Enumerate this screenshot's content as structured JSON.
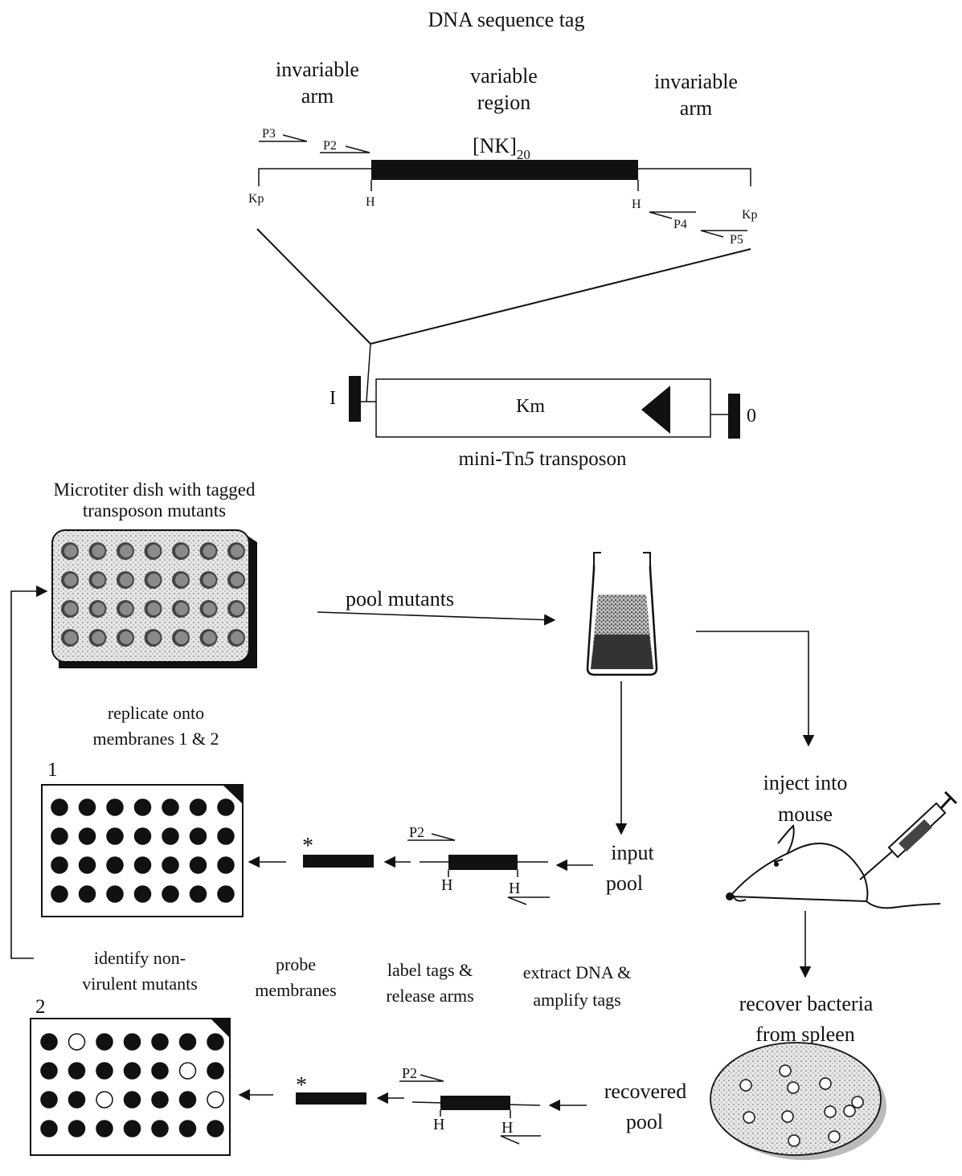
{
  "tag": {
    "title": "DNA sequence tag",
    "left_arm": [
      "invariable",
      "arm"
    ],
    "variable": [
      "variable",
      "region"
    ],
    "right_arm": [
      "invariable",
      "arm"
    ],
    "nk": "[NK]",
    "nk_sub": "20",
    "p3": "P3",
    "p2": "P2",
    "p4": "P4",
    "p5": "P5",
    "kp_left": "Kp",
    "kp_right": "Kp",
    "h_left": "H",
    "h_right": "H"
  },
  "transposon": {
    "i": "I",
    "o": "0",
    "km": "Km",
    "label_a": "mini-Tn",
    "label_b": "5",
    "label_c": " transposon"
  },
  "microtiter": {
    "title": [
      "Microtiter dish with tagged",
      "transposon mutants"
    ],
    "rows": 4,
    "cols": 7
  },
  "steps": {
    "pool": "pool mutants",
    "replicate": [
      "replicate onto",
      "membranes 1 & 2"
    ],
    "inject": [
      "inject into",
      "mouse"
    ],
    "input_pool": [
      "input",
      "pool"
    ],
    "recover": [
      "recover bacteria",
      "from spleen"
    ],
    "recovered_pool": [
      "recovered",
      "pool"
    ],
    "identify": [
      "identify non-",
      "virulent  mutants"
    ],
    "probe": [
      "probe",
      "membranes"
    ],
    "label": [
      "label tags &",
      "release arms"
    ],
    "extract": [
      "extract DNA &",
      "amplify tags"
    ]
  },
  "membrane1": {
    "number": "1",
    "rows": [
      [
        1,
        1,
        1,
        1,
        1,
        1,
        1
      ],
      [
        1,
        1,
        1,
        1,
        1,
        1,
        1
      ],
      [
        1,
        1,
        1,
        1,
        1,
        1,
        1
      ],
      [
        1,
        1,
        1,
        1,
        1,
        1,
        1
      ]
    ]
  },
  "membrane2": {
    "number": "2",
    "rows": [
      [
        1,
        0,
        1,
        1,
        1,
        1,
        1
      ],
      [
        1,
        1,
        1,
        1,
        1,
        0,
        1
      ],
      [
        1,
        1,
        0,
        1,
        1,
        1,
        0
      ],
      [
        1,
        1,
        1,
        1,
        1,
        1,
        1
      ]
    ]
  },
  "fragments": {
    "p2_a": "P2",
    "h1_a": "H",
    "h2_a": "H",
    "p2_b": "P2",
    "h1_b": "H",
    "h2_b": "H",
    "star": "*"
  },
  "colors": {
    "ink": "#111111",
    "dish": "#d9d9d9",
    "well": "#7a7a7a"
  }
}
